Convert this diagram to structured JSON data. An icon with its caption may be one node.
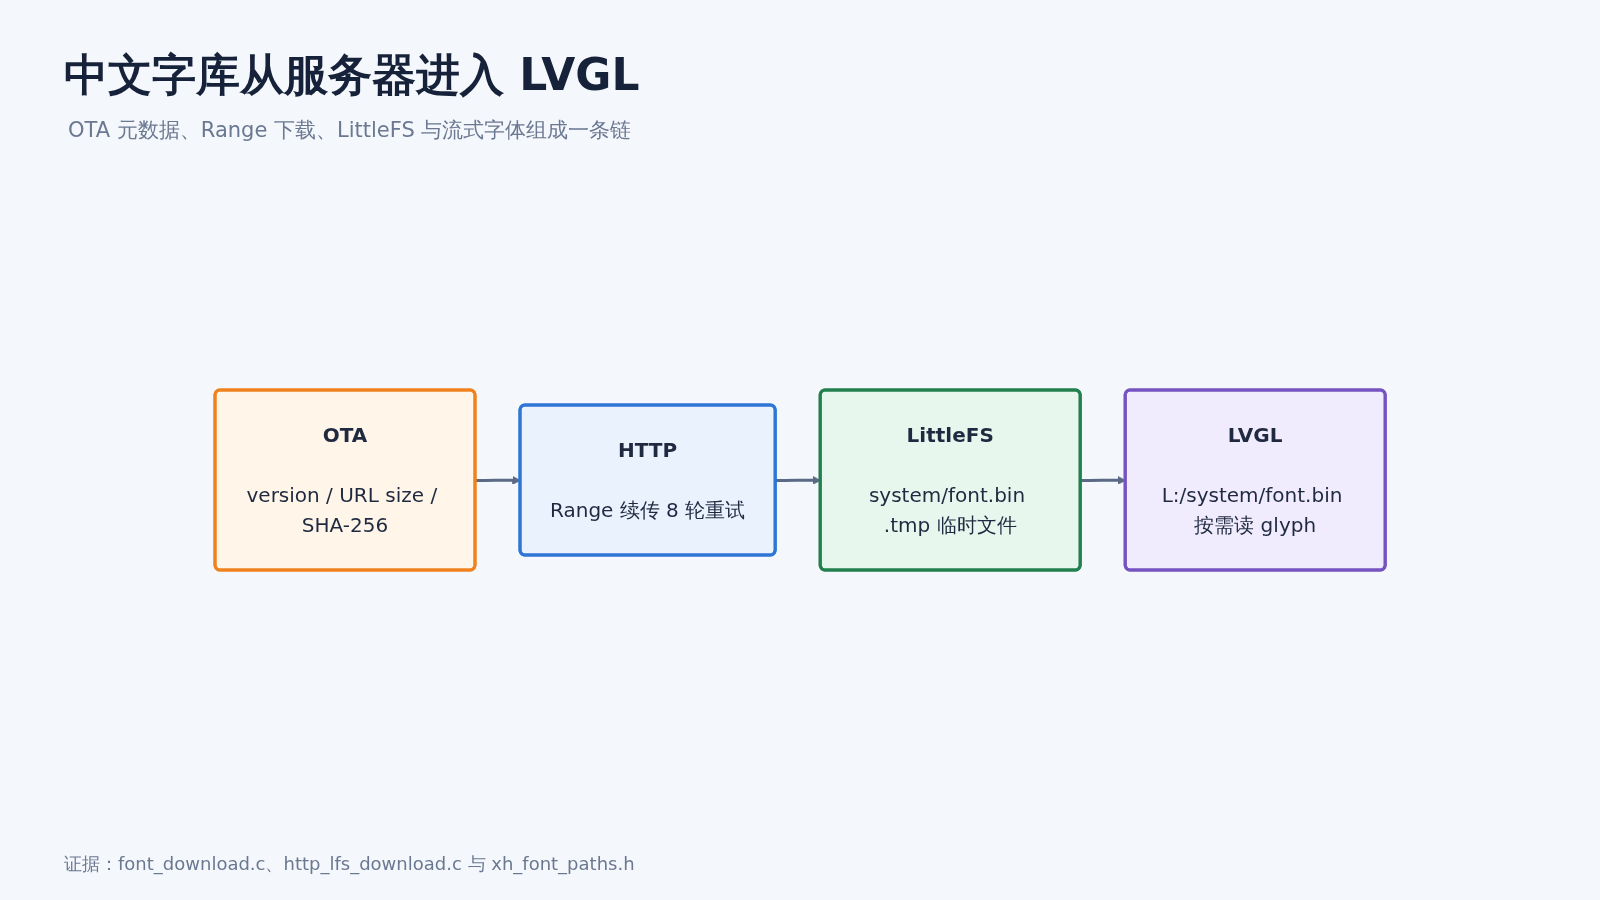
{
  "diagram": {
    "title": "中文字库从服务器进入 LVGL",
    "caption": "证据：font_download.c、http_lfs_download.c 与 xh_font_paths.h",
    "labels": [
      "OTA 元数据、Range 下载、LittleFS 与流式字体组成一条链"
    ],
    "nodes": [
      {
        "text": [
          "OTA",
          "version / URL size / SHA-256"
        ]
      },
      {
        "text": [
          "HTTP",
          "Range 续传 8 轮重试"
        ]
      },
      {
        "text": [
          "LittleFS",
          "system/font.bin .tmp 临时文件"
        ]
      },
      {
        "text": [
          "LVGL",
          "L:/system/font.bin 按需读 glyph"
        ]
      }
    ],
    "edges": [
      {
        "from": 0,
        "to": 1,
        "arrow": "to"
      },
      {
        "from": 1,
        "to": 2,
        "arrow": "to"
      },
      {
        "from": 2,
        "to": 3,
        "arrow": "to"
      }
    ]
  }
}
